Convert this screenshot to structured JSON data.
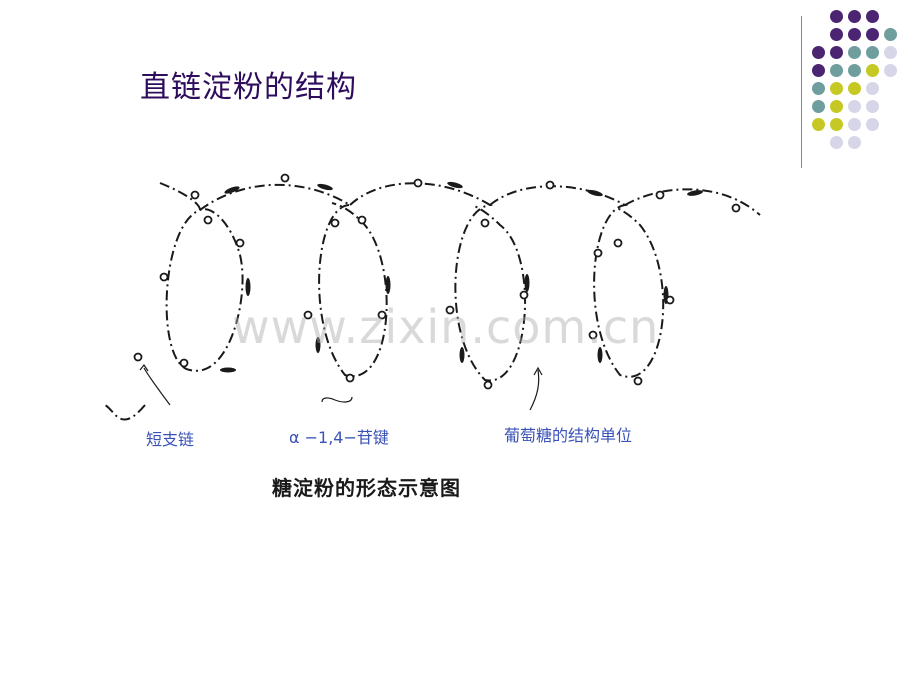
{
  "slide": {
    "title": "直链淀粉的结构"
  },
  "decor": {
    "colors": {
      "purple": "#4b2571",
      "teal": "#6f9e9e",
      "yellow": "#c6c824",
      "lavender": "#d6d6e8"
    }
  },
  "diagram": {
    "labels": {
      "branch": "短支链",
      "bond": "α −1,4−苷键",
      "unit": "葡萄糖的结构单位"
    },
    "caption": "糖淀粉的形态示意图",
    "watermark": "www.zixin.com.cn"
  }
}
